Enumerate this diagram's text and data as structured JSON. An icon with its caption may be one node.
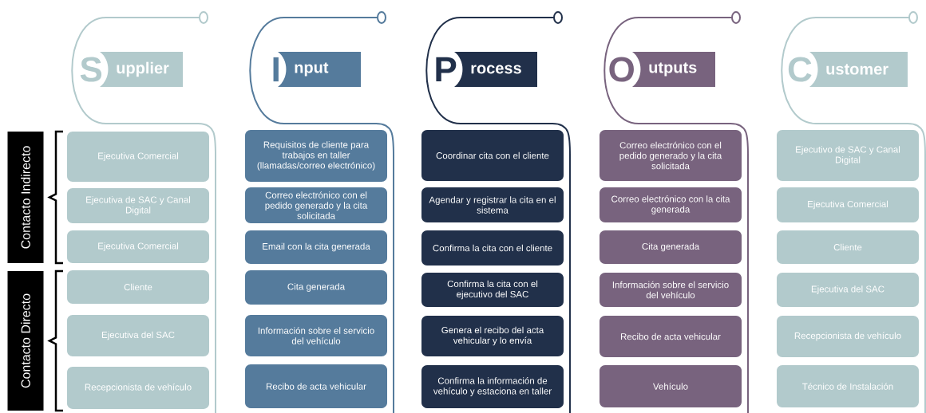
{
  "diagram": {
    "nodes": [
      {
        "text": [
          "Contacto Indirecto"
        ]
      },
      {
        "text": [
          "Contacto Directo"
        ]
      },
      {
        "text": [
          "S",
          "upplier"
        ]
      },
      {
        "text": [
          "I",
          "nput"
        ]
      },
      {
        "text": [
          "P",
          "rocess"
        ]
      },
      {
        "text": [
          "O",
          "utputs"
        ]
      },
      {
        "text": [
          "C",
          "ustomer"
        ]
      },
      {
        "text": [
          "Ejecutiva Comercial"
        ]
      },
      {
        "text": [
          "Ejecutiva de SAC y Canal Digital"
        ]
      },
      {
        "text": [
          "Ejecutiva Comercial"
        ]
      },
      {
        "text": [
          "Cliente"
        ]
      },
      {
        "text": [
          "Ejecutiva del SAC"
        ]
      },
      {
        "text": [
          "Recepcionista de vehículo"
        ]
      },
      {
        "text": [
          "Requisitos de cliente para trabajos en taller (llamadas/correo electrónico)"
        ]
      },
      {
        "text": [
          "Correo electrónico con el pedido generado y la cita solicitada"
        ]
      },
      {
        "text": [
          "Email con la cita generada"
        ]
      },
      {
        "text": [
          "Cita generada"
        ]
      },
      {
        "text": [
          "Información sobre el servicio del vehículo"
        ]
      },
      {
        "text": [
          "Recibo de acta vehicular"
        ]
      },
      {
        "text": [
          "Coordinar cita con el cliente"
        ]
      },
      {
        "text": [
          "Agendar y registrar la cita en el sistema"
        ]
      },
      {
        "text": [
          "Confirma la cita con el cliente"
        ]
      },
      {
        "text": [
          "Confirma la cita con el ejecutivo del SAC"
        ]
      },
      {
        "text": [
          "Genera el recibo del acta vehicular y lo envía"
        ]
      },
      {
        "text": [
          "Confirma la información de vehículo y estaciona en taller"
        ]
      },
      {
        "text": [
          "Correo electrónico con el pedido generado y la cita solicitada"
        ]
      },
      {
        "text": [
          "Correo electrónico con la cita generada"
        ]
      },
      {
        "text": [
          "Cita generada"
        ]
      },
      {
        "text": [
          "Información sobre el servicio del vehículo"
        ]
      },
      {
        "text": [
          "Recibo de acta vehicular"
        ]
      },
      {
        "text": [
          "Vehículo"
        ]
      },
      {
        "text": [
          "Ejecutivo de SAC y Canal Digital"
        ]
      },
      {
        "text": [
          "Ejecutiva Comercial"
        ]
      },
      {
        "text": [
          "Cliente"
        ]
      },
      {
        "text": [
          "Ejecutiva del SAC"
        ]
      },
      {
        "text": [
          "Recepcionista de vehículo"
        ]
      },
      {
        "text": [
          "Técnico de Instalación"
        ]
      }
    ]
  }
}
